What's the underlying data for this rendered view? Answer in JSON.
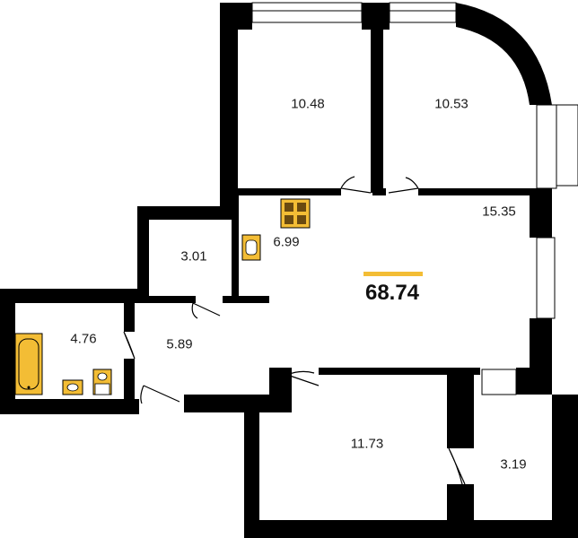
{
  "plan": {
    "total_area": "68.74",
    "rooms": [
      {
        "id": "bedroom-1",
        "area": "10.48"
      },
      {
        "id": "bedroom-2",
        "area": "10.53"
      },
      {
        "id": "living-room",
        "area": "15.35"
      },
      {
        "id": "kitchen",
        "area": "6.99"
      },
      {
        "id": "storage",
        "area": "3.01"
      },
      {
        "id": "bathroom",
        "area": "4.76"
      },
      {
        "id": "hallway",
        "area": "5.89"
      },
      {
        "id": "bedroom-3",
        "area": "11.73"
      },
      {
        "id": "balcony",
        "area": "3.19"
      }
    ]
  },
  "colors": {
    "wall": "#000000",
    "fixture": "#f3bd35",
    "accent": "#f3bd35",
    "window": "#ffffff"
  },
  "icons": [
    "stove-icon",
    "sink-icon",
    "bathtub-icon",
    "washbasin-icon",
    "toilet-icon",
    "door-icon",
    "window-icon"
  ]
}
